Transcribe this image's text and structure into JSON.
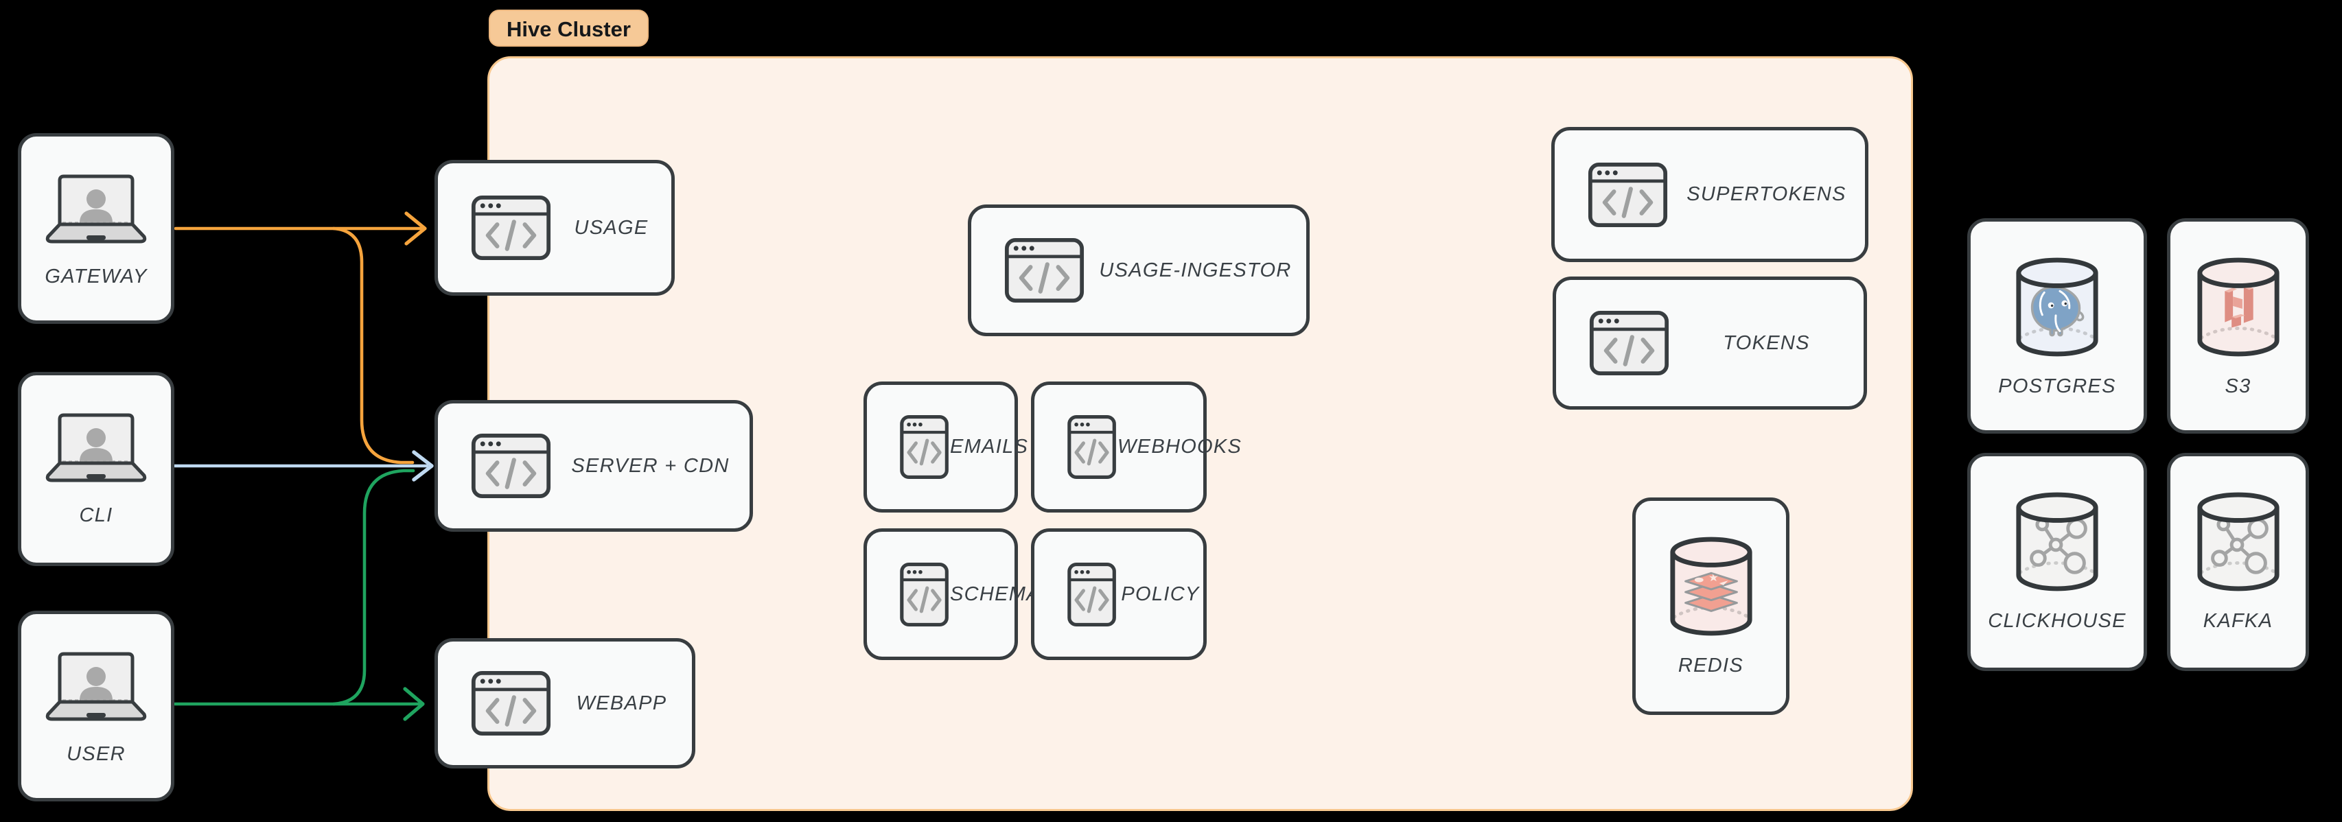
{
  "cluster": {
    "label": "Hive Cluster"
  },
  "clients": [
    {
      "label": "GATEWAY"
    },
    {
      "label": "CLI"
    },
    {
      "label": "USER"
    }
  ],
  "services": [
    {
      "label": "USAGE"
    },
    {
      "label": "SERVER + CDN"
    },
    {
      "label": "WEBAPP"
    },
    {
      "label": "USAGE-INGESTOR"
    },
    {
      "label": "EMAILS"
    },
    {
      "label": "WEBHOOKS"
    },
    {
      "label": "SCHEMA"
    },
    {
      "label": "POLICY"
    },
    {
      "label": "SUPERTOKENS"
    },
    {
      "label": "TOKENS"
    }
  ],
  "datastores": [
    {
      "label": "REDIS",
      "location": "inside-cluster"
    },
    {
      "label": "POSTGRES",
      "location": "external"
    },
    {
      "label": "S3",
      "location": "external"
    },
    {
      "label": "CLICKHOUSE",
      "location": "external"
    },
    {
      "label": "KAFKA",
      "location": "external"
    }
  ],
  "edges": [
    {
      "from": "GATEWAY",
      "to": "USAGE",
      "color": "#F6A43D"
    },
    {
      "from": "GATEWAY",
      "to": "SERVER + CDN",
      "color": "#F6A43D"
    },
    {
      "from": "CLI",
      "to": "SERVER + CDN",
      "color": "#BFD9F1"
    },
    {
      "from": "USER",
      "to": "WEBAPP",
      "color": "#1FA45F"
    },
    {
      "from": "USER",
      "to": "SERVER + CDN",
      "color": "#1FA45F"
    }
  ],
  "colors": {
    "background": "#000000",
    "node_fill": "#F9FAFA",
    "node_border": "#383D40",
    "cluster_fill": "#FDF2E9",
    "cluster_border": "#F8C88F",
    "cluster_label_bg": "#F6C997",
    "label_text": "#3A4045"
  }
}
